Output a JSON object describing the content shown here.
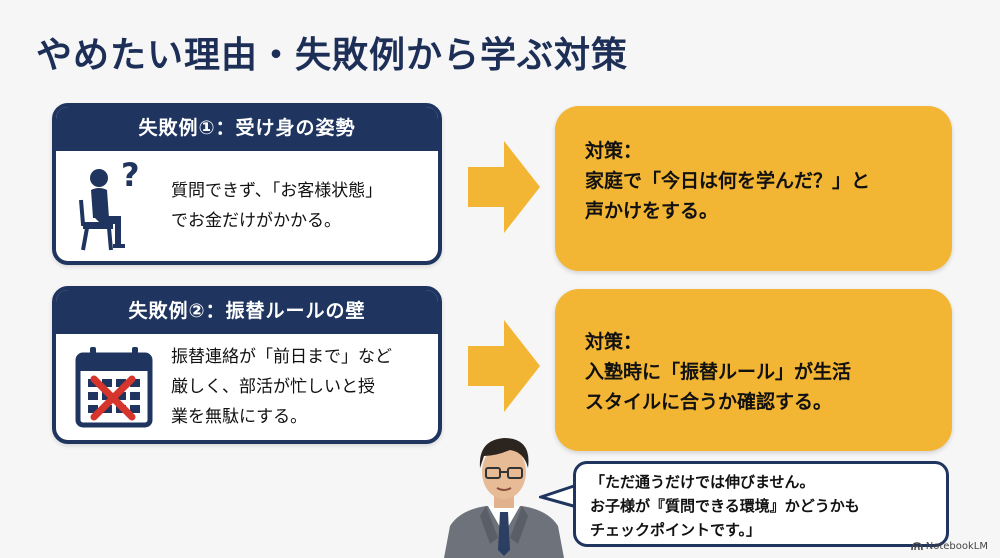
{
  "title": "やめたい理由・失敗例から学ぶ対策",
  "failures": [
    {
      "heading": "失敗例①：受け身の姿勢",
      "icon": "seated-person-question-icon",
      "lines": [
        "質問できず、「お客様状態」",
        "でお金だけがかかる。"
      ]
    },
    {
      "heading": "失敗例②：振替ルールの壁",
      "icon": "calendar-crossed-icon",
      "lines": [
        "振替連絡が「前日まで」など",
        "厳しく、部活が忙しいと授",
        "業を無駄にする。"
      ]
    }
  ],
  "solutions": [
    {
      "lines": [
        "対策：",
        "家庭で「今日は何を学んだ？」と",
        "声かけをする。"
      ]
    },
    {
      "lines": [
        "対策：",
        "入塾時に「振替ルール」が生活",
        "スタイルに合うか確認する。"
      ]
    }
  ],
  "speech": {
    "lines": [
      "「ただ通うだけでは伸びません。",
      "お子様が『質問できる環境』かどうかも",
      "チェックポイントです。」"
    ]
  },
  "brand": "NotebookLM",
  "colors": {
    "navy": "#1f355f",
    "accent": "#f2b534",
    "cross": "#d6352b",
    "background": "#f6f6f7"
  }
}
